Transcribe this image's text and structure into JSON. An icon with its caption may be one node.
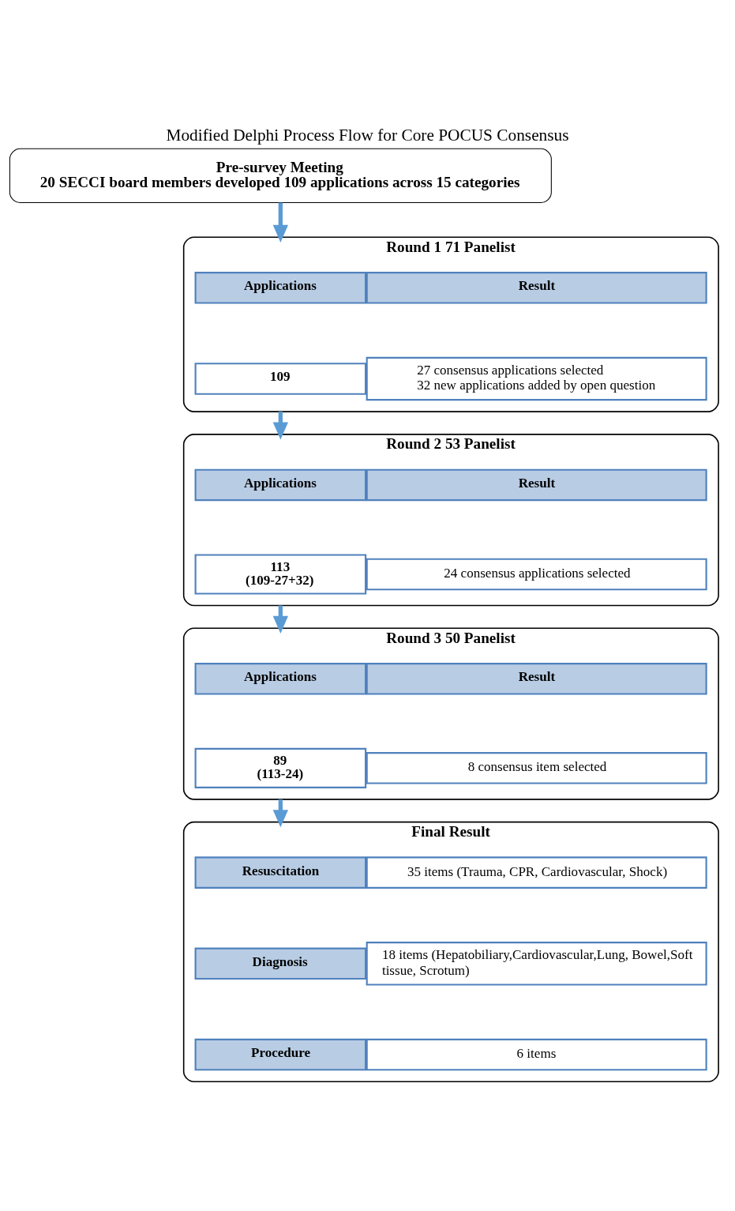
{
  "diagram": {
    "title": "Modified Delphi Process Flow for Core POCUS Consensus",
    "nodes": [
      {
        "text": [
          "Pre-survey Meeting",
          "20 SECCI board members developed 109 applications across 15 categories"
        ]
      },
      {
        "text": [
          "Round 1 71 Panelist"
        ]
      },
      {
        "text": [
          "Applications"
        ],
        "in": 1
      },
      {
        "text": [
          "Result"
        ],
        "in": 1
      },
      {
        "text": [
          "109"
        ],
        "in": 1
      },
      {
        "text": [
          "27 consensus applications selected",
          "32 new applications added by open question"
        ],
        "in": 1
      },
      {
        "text": [
          "Round 2 53 Panelist"
        ]
      },
      {
        "text": [
          "Applications"
        ],
        "in": 6
      },
      {
        "text": [
          "Result"
        ],
        "in": 6
      },
      {
        "text": [
          "113",
          "(109-27+32)"
        ],
        "in": 6
      },
      {
        "text": [
          "24 consensus applications selected"
        ],
        "in": 6
      },
      {
        "text": [
          "Round 3 50 Panelist"
        ]
      },
      {
        "text": [
          "Applications"
        ],
        "in": 11
      },
      {
        "text": [
          "Result"
        ],
        "in": 11
      },
      {
        "text": [
          "89",
          "(113-24)"
        ],
        "in": 11
      },
      {
        "text": [
          "8 consensus item selected"
        ],
        "in": 11
      },
      {
        "text": [
          "Final Result"
        ]
      },
      {
        "text": [
          "Resuscitation"
        ],
        "in": 16
      },
      {
        "text": [
          "35 items (Trauma, CPR, Cardiovascular, Shock)"
        ],
        "in": 16
      },
      {
        "text": [
          "Diagnosis"
        ],
        "in": 16
      },
      {
        "text": [
          "18 items (Hepatobiliary,Cardiovascular,Lung, Bowel,Soft tissue, Scrotum)"
        ],
        "in": 16
      },
      {
        "text": [
          "Procedure"
        ],
        "in": 16
      },
      {
        "text": [
          "6 items"
        ],
        "in": 16
      }
    ],
    "edges": [
      {
        "from": 0,
        "to": 1,
        "arrow": "to"
      },
      {
        "from": 1,
        "to": 6,
        "arrow": "to"
      },
      {
        "from": 6,
        "to": 11,
        "arrow": "to"
      },
      {
        "from": 11,
        "to": 16,
        "arrow": "to"
      }
    ]
  }
}
